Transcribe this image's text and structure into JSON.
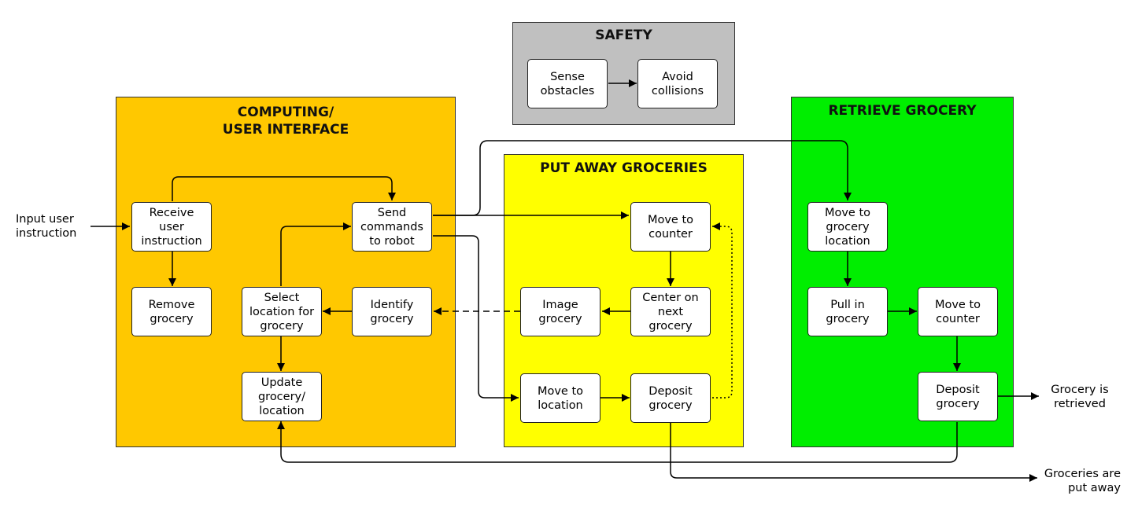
{
  "groups": {
    "safety": {
      "title": "SAFETY",
      "color": "#c0c0c0"
    },
    "computing": {
      "title": "COMPUTING/\nUSER INTERFACE",
      "color": "#ffc800"
    },
    "put_away": {
      "title": "PUT AWAY GROCERIES",
      "color": "#ffff00"
    },
    "retrieve": {
      "title": "RETRIEVE GROCERY",
      "color": "#00ee00"
    }
  },
  "nodes": {
    "sense_obstacles": "Sense\nobstacles",
    "avoid_collisions": "Avoid\ncollisions",
    "receive_instruction": "Receive user\ninstruction",
    "remove_grocery": "Remove\ngrocery",
    "send_commands": "Send\ncommands\nto robot",
    "select_location": "Select\nlocation for\ngrocery",
    "identify_grocery": "Identify\ngrocery",
    "update_grocery": "Update\ngrocery/\nlocation",
    "move_to_counter_pa": "Move to\ncounter",
    "center_next": "Center on\nnext\ngrocery",
    "image_grocery": "Image\ngrocery",
    "move_to_location": "Move to\nlocation",
    "deposit_pa": "Deposit\ngrocery",
    "move_to_grocery_location": "Move to\ngrocery\nlocation",
    "pull_in": "Pull in\ngrocery",
    "move_to_counter_rg": "Move to\ncounter",
    "deposit_rg": "Deposit\ngrocery"
  },
  "external": {
    "input": "Input user\ninstruction",
    "retrieved": "Grocery is\nretrieved",
    "put_away": "Groceries are\nput away"
  }
}
